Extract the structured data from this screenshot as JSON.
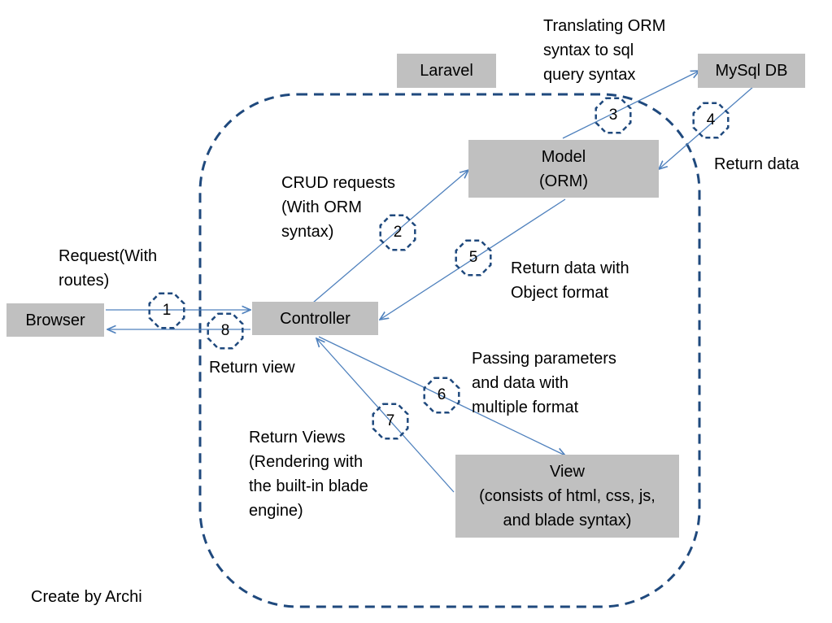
{
  "container_label": "Laravel",
  "nodes": {
    "browser": "Browser",
    "controller": "Controller",
    "mysql": "MySql DB",
    "model": [
      "Model",
      "(ORM)"
    ],
    "view": [
      "View",
      "(consists of html, css, js,",
      "and blade syntax)"
    ]
  },
  "edge_labels": {
    "request": [
      "Request(With",
      "routes)"
    ],
    "return_view": [
      "Return view"
    ],
    "crud": [
      "CRUD requests",
      "(With ORM",
      "syntax)"
    ],
    "translating": [
      "Translating ORM",
      "syntax to sql",
      "query syntax"
    ],
    "return_data": [
      "Return data"
    ],
    "return_object": [
      "Return data with",
      "Object format"
    ],
    "passing": [
      "Passing parameters",
      "and data with",
      "multiple format"
    ],
    "return_views": [
      "Return Views",
      "(Rendering with",
      "the built-in blade",
      "engine)"
    ]
  },
  "steps": [
    "1",
    "2",
    "3",
    "4",
    "5",
    "6",
    "7",
    "8"
  ],
  "footer": "Create by Archi",
  "colors": {
    "box_fill": "#c0c0c0",
    "arrow": "#4f81bd",
    "dashed_border": "#1f497d"
  }
}
